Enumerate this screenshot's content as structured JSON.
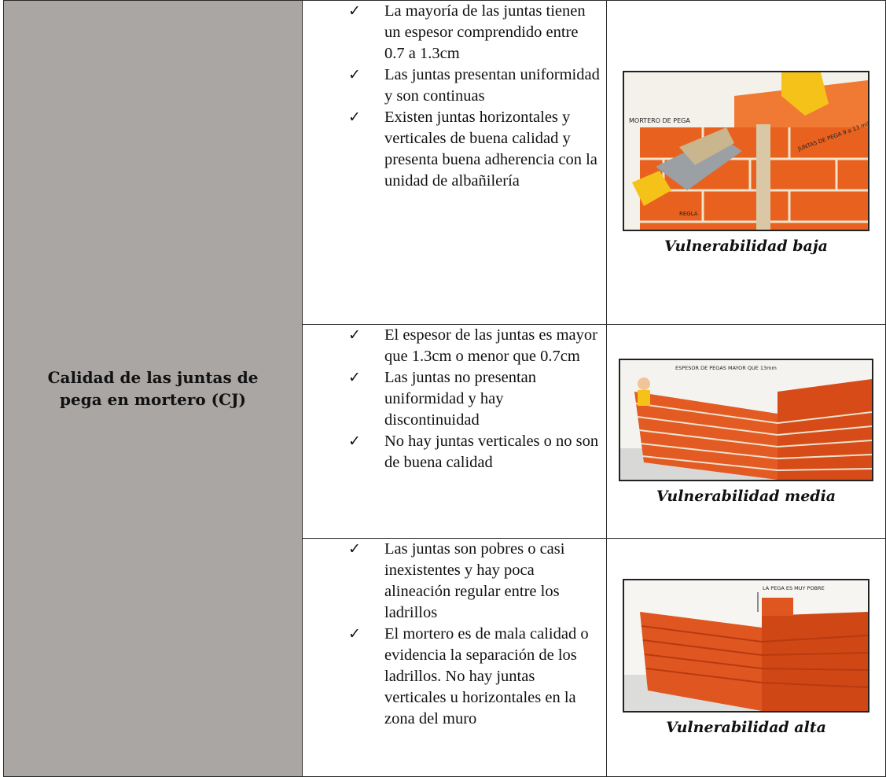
{
  "criterion": "Calidad de las juntas de pega en mortero (CJ)",
  "rows": [
    {
      "items": [
        "La mayoría de las juntas tienen un espesor comprendido entre 0.7 a 1.3cm",
        "Las juntas presentan uniformidad y son continuas",
        "Existen juntas horizontales y verticales de buena calidad y presenta buena adherencia con la unidad de albañilería"
      ],
      "illustration": {
        "icon": "bricklayer-applying-mortar-illustration",
        "labels": [
          "MORTERO DE PEGA",
          "JUNTAS DE PEGA 9 a 13 milímetros",
          "REGLA"
        ]
      },
      "caption": "Vulnerabilidad baja"
    },
    {
      "items": [
        "El espesor de las juntas es mayor que 1.3cm o menor que 0.7cm",
        "Las juntas no presentan uniformidad y hay discontinuidad",
        "No hay juntas verticales o no son de buena calidad"
      ],
      "illustration": {
        "icon": "worker-behind-brick-wall-illustration",
        "labels": [
          "ESPESOR DE PEGAS MAYOR QUE 13mm"
        ]
      },
      "caption": "Vulnerabilidad media"
    },
    {
      "items": [
        "Las juntas son pobres o casi inexistentes y hay poca alineación regular entre los ladrillos",
        "El mortero es de mala calidad o evidencia la separación de los ladrillos. No hay juntas verticales u horizontales en la zona del muro"
      ],
      "illustration": {
        "icon": "poor-joint-brick-wall-illustration",
        "labels": [
          "LA PEGA ES MUY POBRE"
        ]
      },
      "caption": "Vulnerabilidad alta"
    }
  ],
  "colors": {
    "criterion_bg": "#a9a6a4",
    "brick": "#e2571d",
    "mortar": "#e6d9c2",
    "border": "#2a2a2a"
  }
}
